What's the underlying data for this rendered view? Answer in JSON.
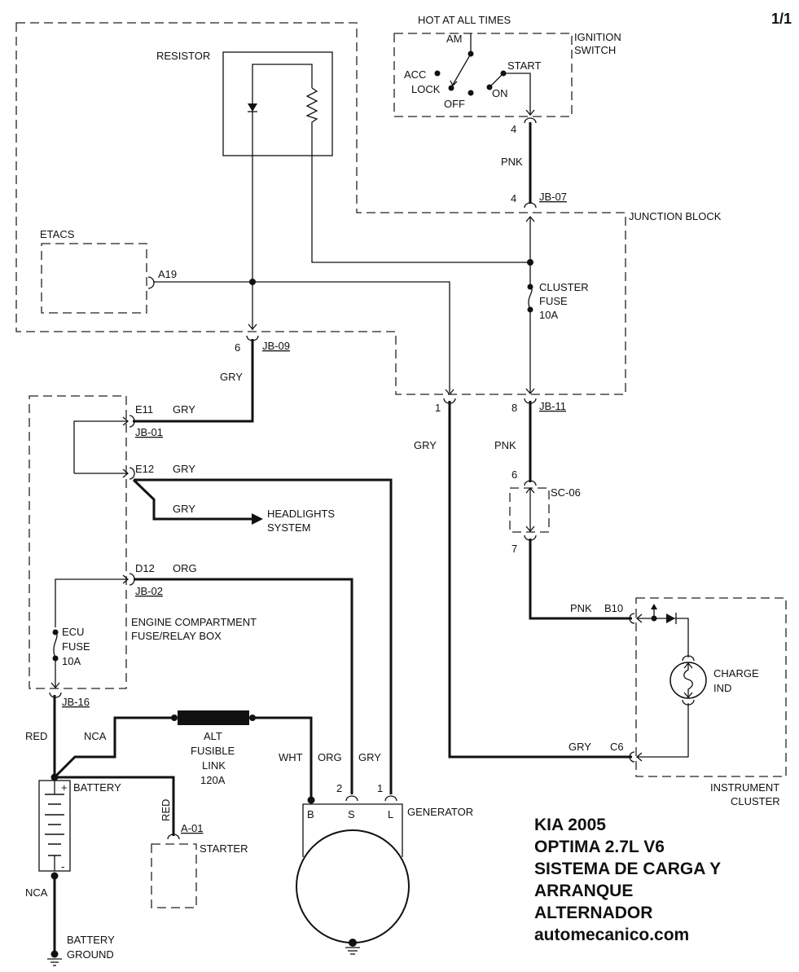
{
  "page_indicator": "1/1",
  "title_block": {
    "line1": "KIA 2005",
    "line2": "OPTIMA 2.7L V6",
    "line3": "SISTEMA DE CARGA Y",
    "line4": "ARRANQUE",
    "line5": "ALTERNADOR",
    "line6": "automecanico.com"
  },
  "components": {
    "ignition_switch": {
      "header": "HOT AT ALL TIMES",
      "name_line1": "IGNITION",
      "name_line2": "SWITCH",
      "positions": {
        "am": "AM",
        "acc": "ACC",
        "lock": "LOCK",
        "off": "OFF",
        "on": "ON",
        "start": "START"
      }
    },
    "resistor": {
      "name": "RESISTOR"
    },
    "etacs": {
      "name": "ETACS",
      "pin": "A19"
    },
    "junction_block": {
      "name": "JUNCTION BLOCK"
    },
    "cluster_fuse": {
      "line1": "CLUSTER",
      "line2": "FUSE",
      "rating": "10A"
    },
    "engine_box": {
      "line1": "ENGINE COMPARTMENT",
      "line2": "FUSE/RELAY BOX"
    },
    "ecu_fuse": {
      "line1": "ECU",
      "line2": "FUSE",
      "rating": "10A"
    },
    "headlights": {
      "line1": "HEADLIGHTS",
      "line2": "SYSTEM"
    },
    "battery": {
      "name": "BATTERY",
      "plus": "+",
      "minus": "-"
    },
    "battery_ground": {
      "line1": "BATTERY",
      "line2": "GROUND"
    },
    "fusible_link": {
      "line1": "ALT",
      "line2": "FUSIBLE",
      "line3": "LINK",
      "rating": "120A"
    },
    "starter": {
      "name": "STARTER",
      "connector": "A-01"
    },
    "generator": {
      "name": "GENERATOR",
      "terminals": {
        "b": "B",
        "s": "S",
        "l": "L"
      }
    },
    "instrument_cluster": {
      "line1": "INSTRUMENT",
      "line2": "CLUSTER",
      "pin_b": "B10",
      "pin_c": "C6"
    },
    "charge_ind": {
      "line1": "CHARGE",
      "line2": "IND"
    },
    "sc06": {
      "name": "SC-06",
      "pin_top": "6",
      "pin_bottom": "7"
    }
  },
  "connectors": {
    "jb07": {
      "name": "JB-07",
      "pin_top": "4",
      "pin_bottom": "4"
    },
    "jb09": {
      "name": "JB-09",
      "pin": "6"
    },
    "jb11": {
      "name": "JB-11",
      "pin_left": "1",
      "pin_right": "8"
    },
    "jb01": {
      "name": "JB-01",
      "pin_e11": "E11",
      "pin_e12": "E12"
    },
    "jb02": {
      "name": "JB-02",
      "pin": "D12"
    },
    "jb16": {
      "name": "JB-16"
    },
    "gen_s": {
      "pin": "2"
    },
    "gen_l": {
      "pin": "1"
    }
  },
  "wires": {
    "ign_to_jb": "PNK",
    "jb09_down": "GRY",
    "e11": "GRY",
    "e12": "GRY",
    "headlight_branch": "GRY",
    "d12": "ORG",
    "jb11_left": "GRY",
    "jb11_right": "PNK",
    "cluster_b10": "PNK",
    "cluster_c6": "GRY",
    "jb16_red": "RED",
    "nca_upper": "NCA",
    "starter_red": "RED",
    "nca_lower": "NCA",
    "gen_b": "WHT",
    "gen_s": "ORG",
    "gen_l": "GRY"
  }
}
